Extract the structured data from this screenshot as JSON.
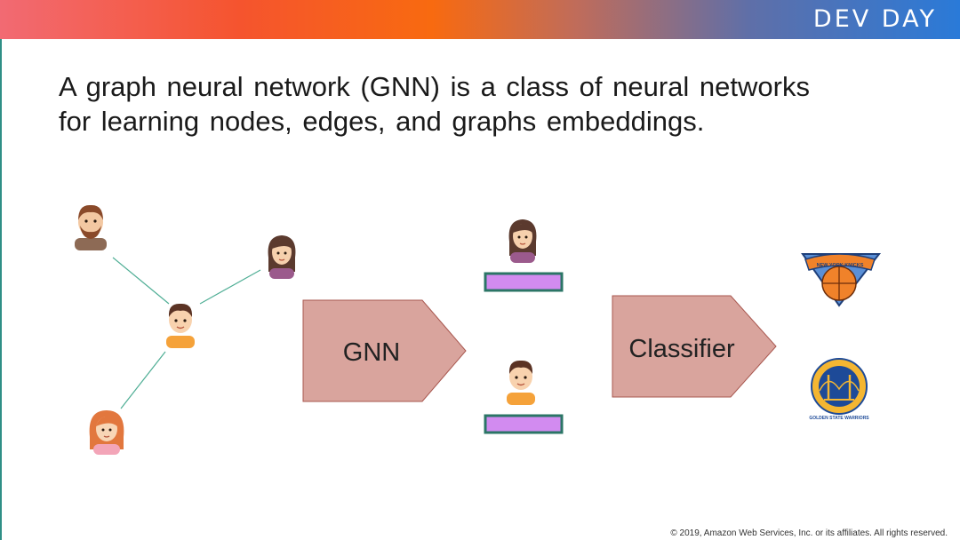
{
  "banner": {
    "brand": "DEV DAY"
  },
  "headline": {
    "line1": "A graph neural network (GNN) is a class of neural networks",
    "line2": "for learning nodes, edges, and graphs embeddings."
  },
  "diagram": {
    "gnn_label": "GNN",
    "classifier_label": "Classifier",
    "knicks_logo_text": "NEW YORK KNICKS",
    "warriors_logo_text": "GOLDEN STATE WARRIORS"
  },
  "footer": {
    "copyright": "© 2019, Amazon Web Services, Inc. or its affiliates. All rights reserved."
  },
  "colors": {
    "arrow_fill": "#d9a49d",
    "arrow_stroke": "#a8574f",
    "embedding_fill": "#d28bf0",
    "embedding_stroke": "#2b7566",
    "edge": "#4fae95"
  }
}
